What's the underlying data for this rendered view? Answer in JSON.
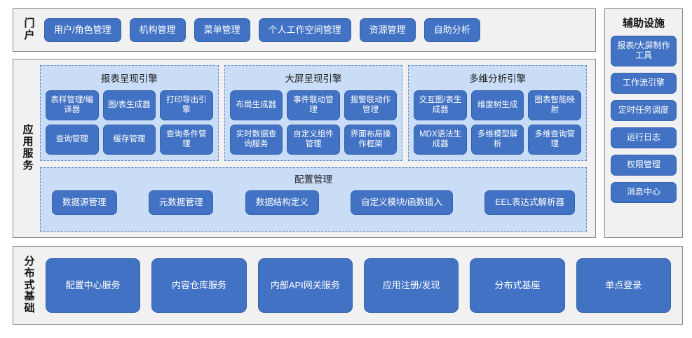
{
  "portal": {
    "label": "门户",
    "buttons": [
      "用户/角色管理",
      "机构管理",
      "菜单管理",
      "个人工作空间管理",
      "资源管理",
      "自助分析"
    ]
  },
  "app_services": {
    "label": "应用服务",
    "engines": [
      {
        "title": "报表呈现引擎",
        "items": [
          "表样管理/编译器",
          "图/表生成器",
          "打印导出引擎",
          "查询管理",
          "缓存管理",
          "查询条件管理"
        ]
      },
      {
        "title": "大屏呈现引擎",
        "items": [
          "布局生成器",
          "事件联动管理",
          "报警联动作管理",
          "实时数据查询服务",
          "自定义组件管理",
          "界面布局操作框架"
        ]
      },
      {
        "title": "多维分析引擎",
        "items": [
          "交互图/表生成器",
          "维度树生成",
          "图表智能映射",
          "MDX语法生成器",
          "多维模型解析",
          "多维查询管理"
        ]
      }
    ],
    "config": {
      "title": "配置管理",
      "items": [
        "数据源管理",
        "元数据管理",
        "数据结构定义",
        "自定义模块/函数插入",
        "EEL表达式解析器"
      ]
    }
  },
  "aux": {
    "title": "辅助设施",
    "buttons": [
      {
        "label": "报表/大屏制作工具",
        "tall": true
      },
      {
        "label": "工作流引擎",
        "tall": false
      },
      {
        "label": "定时任务调度",
        "tall": false
      },
      {
        "label": "运行日志",
        "tall": false
      },
      {
        "label": "权限管理",
        "tall": false
      },
      {
        "label": "消息中心",
        "tall": false
      }
    ]
  },
  "distributed": {
    "label": "分布式基础",
    "buttons": [
      "配置中心服务",
      "内容仓库服务",
      "内部API网关服务",
      "应用注册/发现",
      "分布式基座",
      "单点登录"
    ]
  },
  "colors": {
    "button_blue": "#4272c4",
    "panel_blue": "#c9ddf7",
    "section_gray": "#f1f1f1",
    "section_border": "#888888",
    "panel_border": "#5f88c8"
  }
}
